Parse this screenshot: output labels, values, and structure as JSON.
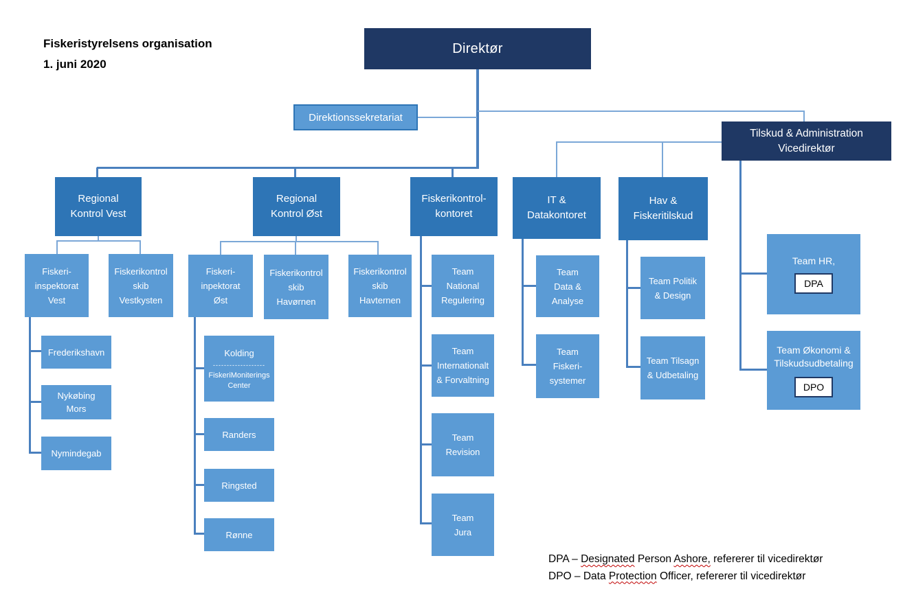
{
  "header": {
    "title": "Fiskeristyrelsens organisation",
    "date": "1. juni 2020"
  },
  "colors": {
    "dark_navy": "#1F3864",
    "medium_blue": "#2E75B6",
    "light_blue": "#5B9BD5",
    "connector_blue": "#4A80BE",
    "connector_light": "#7BA7D7",
    "badge_border": "#1F3864",
    "squiggle_red": "#C00000"
  },
  "nodes": {
    "direktor": "Direktør",
    "direktionssekretariat": "Direktionssekretariat",
    "tilskud_admin": "Tilskud & Administration\nVicedirektør",
    "regional_vest": "Regional\nKontrol Vest",
    "regional_ost": "Regional\nKontrol Øst",
    "fiskerikontrol_kontoret": "Fiskerikontrol-\nkontoret",
    "it_datakontoret": "IT &\nDatakontoret",
    "hav_fiskeritilskud": "Hav &\nFiskeritilskud",
    "fiskeri_inspektorat_vest": "Fiskeri-\ninspektorat\nVest",
    "fiskerikontrolskib_vestkysten": "Fiskerikontrol\nskib\nVestkysten",
    "fiskeri_inpektorat_ost": "Fiskeri-\ninpektorat\nØst",
    "fiskerikontrolskib_havornen": "Fiskerikontrol\nskib\nHavørnen",
    "fiskerikontrolskib_havternen": "Fiskerikontrol\nskib\nHavternen",
    "frederikshavn": "Frederikshavn",
    "nykobing_mors": "Nykøbing\nMors",
    "nymindegab": "Nymindegab",
    "kolding": {
      "title": "Kolding",
      "divider": "-------------------",
      "subtitle": "FiskeriMoniterings\nCenter"
    },
    "randers": "Randers",
    "ringsted": "Ringsted",
    "ronne": "Rønne",
    "team_national_regulering": "Team\nNational\nRegulering",
    "team_internationalt_forvaltning": "Team\nInternationalt\n& Forvaltning",
    "team_revision": "Team\nRevision",
    "team_jura": "Team\nJura",
    "team_data_analyse": "Team\nData &\nAnalyse",
    "team_fiskerisystemer": "Team\nFiskeri-\nsystemer",
    "team_politik_design": "Team Politik\n& Design",
    "team_tilsagn_udbetaling": "Team Tilsagn\n& Udbetaling",
    "team_hr": {
      "label": "Team HR,",
      "badge": "DPA"
    },
    "team_okonomi": {
      "label": "Team Økonomi &\nTilskudsudbetaling",
      "badge": "DPO"
    }
  },
  "footnotes": {
    "dpa": {
      "p1": "DPA – ",
      "w1": "Designated",
      "p2": " Person ",
      "w2": "Ashore,",
      "p3": " refererer til vicedirektør"
    },
    "dpo": {
      "p1": "DPO – Data ",
      "w1": "Protection",
      "p2": " Officer, refererer til vicedirektør"
    }
  }
}
